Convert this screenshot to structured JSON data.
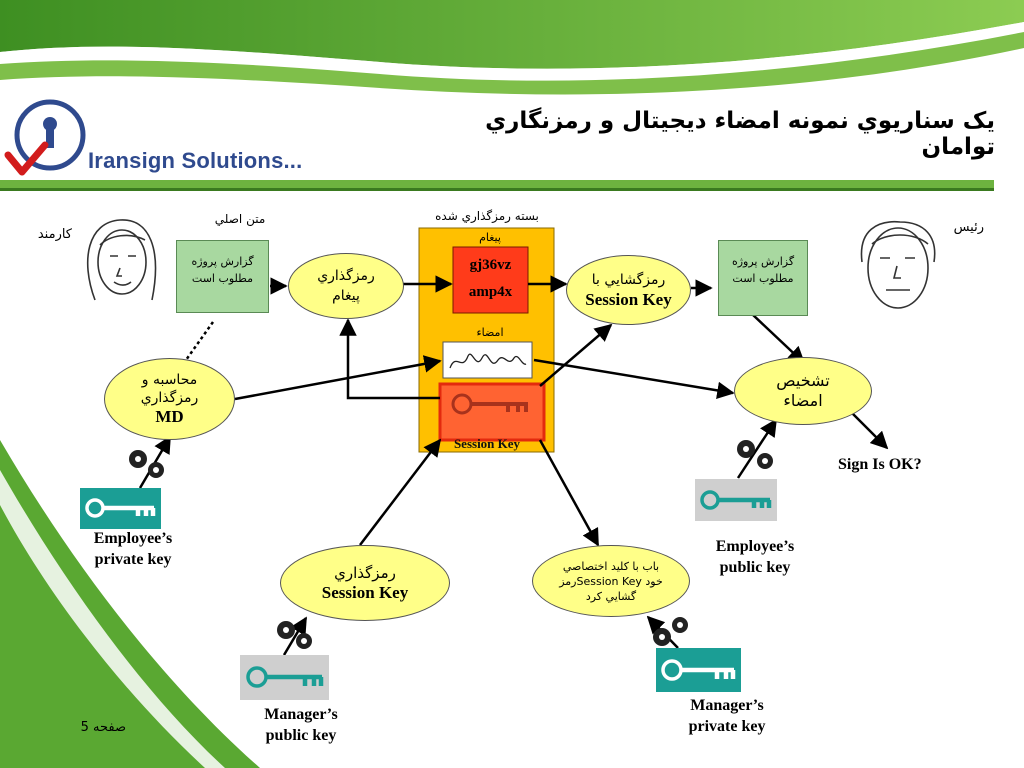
{
  "slide": {
    "title": "يک سناريوي نمونه امضاء ديجيتال و رمزنگاري توامان",
    "brand": "Iransign Solutions...",
    "page_label": "صفحه 5"
  },
  "people": {
    "employee": "کارمند",
    "boss": "رئيس"
  },
  "labels": {
    "original_text": "متن اصلي",
    "encrypted_package": "بسته رمزگذاري شده",
    "message": "پيغام",
    "signature": "امضاء",
    "session_key": "Session Key",
    "sign_ok": "Sign Is OK?"
  },
  "documents": {
    "left_line1": "گزارش پروژه",
    "left_line2": "مطلوب است",
    "right_line1": "گزارش پروژه",
    "right_line2": "مطلوب است"
  },
  "cipher": {
    "line1": "gj36vz",
    "line2": "amp4x"
  },
  "ellipses": {
    "encrypt_message_1": "رمزگذاري",
    "encrypt_message_2": "پيغام",
    "decrypt_1": "رمزگشايي با",
    "decrypt_2": "Session Key",
    "md_1": "محاسبه و",
    "md_2": "رمزگذاري",
    "md_3": "MD",
    "verify_1": "تشخيص",
    "verify_2": "امضاء",
    "encrypt_session_1": "رمزگذاري",
    "encrypt_session_2": "Session Key",
    "decrypt_session_1": "باب با کليد اختصاصي",
    "decrypt_session_2": "خود Session Keyرمز",
    "decrypt_session_3": "گشايي کرد"
  },
  "keys": {
    "employee_private_1": "Employee’s",
    "employee_private_2": "private key",
    "employee_public_1": "Employee’s",
    "employee_public_2": "public key",
    "manager_public_1": "Manager’s",
    "manager_public_2": "public key",
    "manager_private_1": "Manager’s",
    "manager_private_2": "private key"
  },
  "colors": {
    "accent_green": "#5aa832",
    "package_orange": "#ffc000",
    "cipher_red": "#ff3b1a",
    "key_teal": "#1b9e95",
    "ellipse_yellow": "#ffff88",
    "doc_green": "#a8d8a0",
    "brand_blue": "#2f4a8e"
  }
}
